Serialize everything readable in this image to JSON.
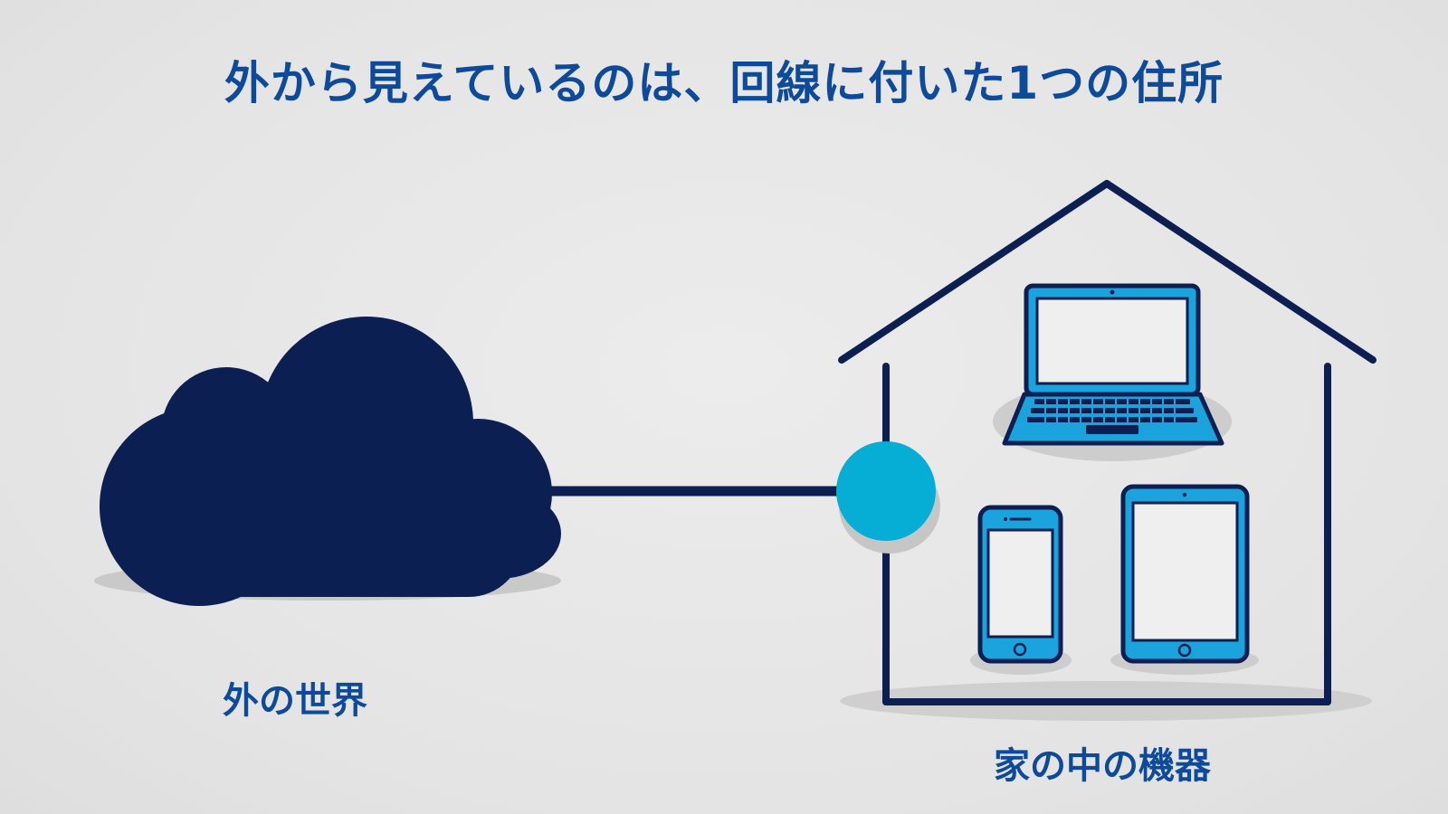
{
  "title": "外から見えているのは、回線に付いた1つの住所",
  "labels": {
    "outside_world": "外の世界",
    "home_devices": "家の中の機器"
  },
  "icons": {
    "cloud": "cloud-icon",
    "connection_point": "connection-point-icon",
    "house": "house-icon",
    "laptop": "laptop-icon",
    "smartphone": "smartphone-icon",
    "tablet": "tablet-icon"
  },
  "colors": {
    "title_text": "#0d4a9b",
    "cloud_fill": "#0b1f52",
    "house_stroke": "#0b1f52",
    "connection_dot": "#06aed5",
    "device_body": "#1aa3dc",
    "device_screen": "#efefef"
  }
}
